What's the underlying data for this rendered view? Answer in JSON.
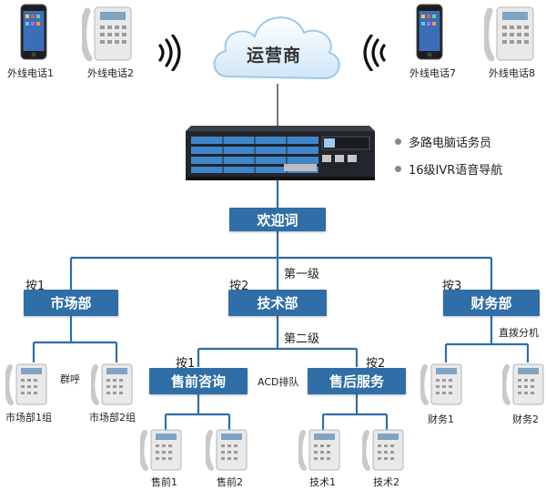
{
  "cloud": {
    "label": "运营商"
  },
  "outside_phones": [
    {
      "label": "外线电话1"
    },
    {
      "label": "外线电话2"
    },
    {
      "label": "外线电话7"
    },
    {
      "label": "外线电话8"
    }
  ],
  "features": [
    "多路电脑话务员",
    "16级IVR语音导航"
  ],
  "welcome": "欢迎词",
  "level1": "第一级",
  "level2": "第二级",
  "departments": [
    {
      "key": "按1",
      "name": "市场部"
    },
    {
      "key": "按2",
      "name": "技术部"
    },
    {
      "key": "按3",
      "name": "财务部"
    }
  ],
  "sub_departments": [
    {
      "key": "按1",
      "name": "售前咨询"
    },
    {
      "key": "按2",
      "name": "售后服务"
    }
  ],
  "annotations": {
    "group_call": "群呼",
    "acd_queue": "ACD排队",
    "direct_ext": "直拨分机"
  },
  "phone_labels": {
    "market1": "市场部1组",
    "market2": "市场部2组",
    "finance1": "财务1",
    "finance2": "财务2",
    "presale1": "售前1",
    "presale2": "售前2",
    "tech1": "技术1",
    "tech2": "技术2"
  },
  "colors": {
    "box": "#2f6ea6",
    "line": "#2f6ea6"
  }
}
